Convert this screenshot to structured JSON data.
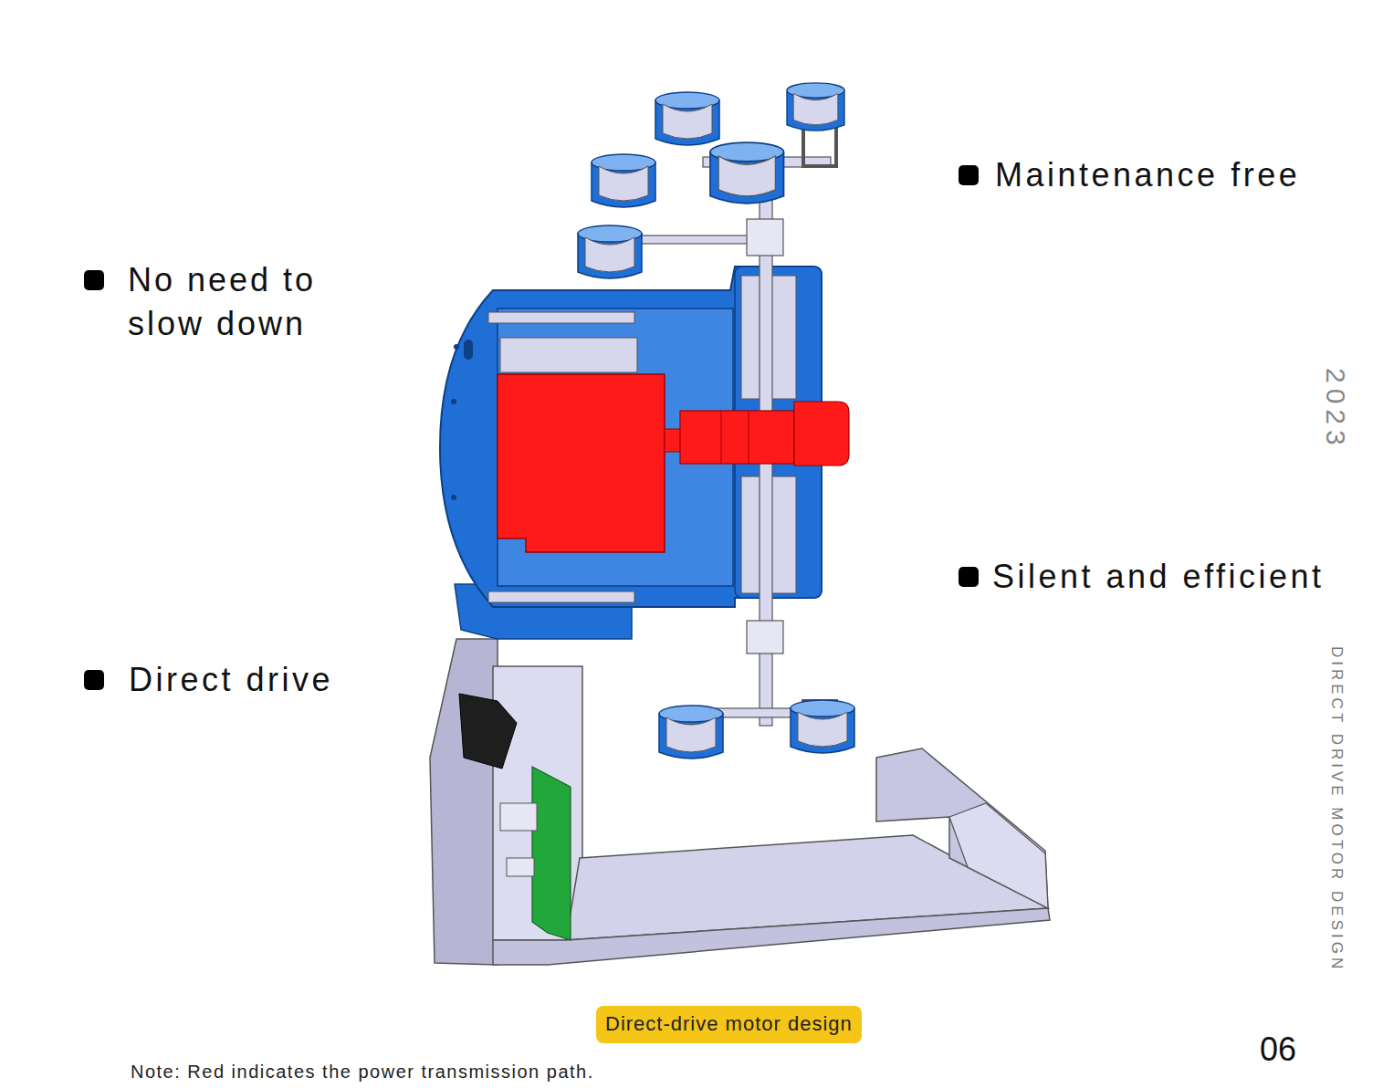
{
  "diagram": {
    "nodes": [
      {
        "text": [
          "Direct-drive motor design"
        ]
      }
    ],
    "labels": [
      "Maintenance free",
      "No need to slow down",
      "2023",
      "Silent and efficient",
      "Direct drive",
      "DIRECT DRIVE MOTOR DESIGN",
      "06",
      "Note: Red indicates the power transmission path."
    ]
  }
}
